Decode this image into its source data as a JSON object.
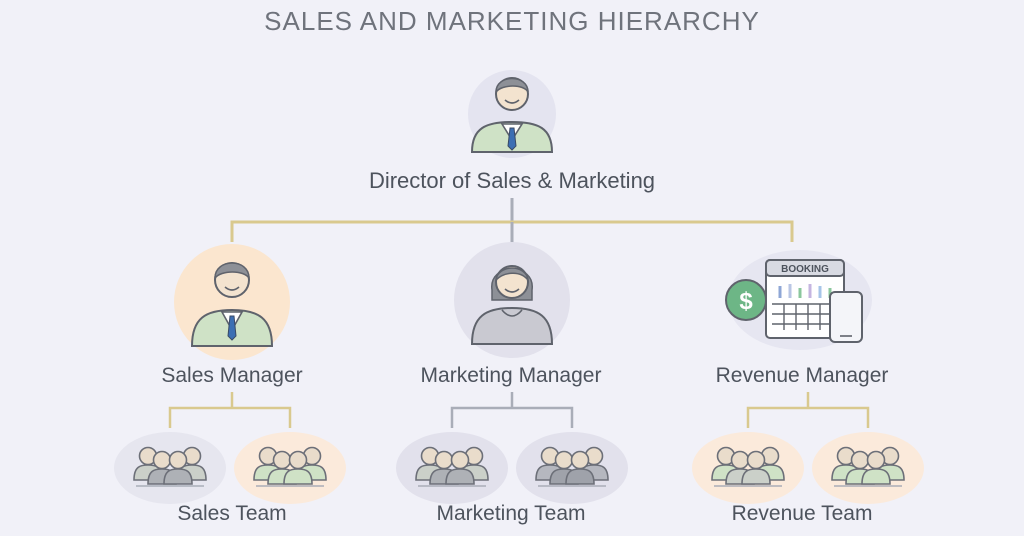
{
  "title": "SALES AND MARKETING HIERARCHY",
  "director": {
    "label": "Director of Sales & Marketing"
  },
  "managers": [
    {
      "label": "Sales Manager"
    },
    {
      "label": "Marketing Manager"
    },
    {
      "label": "Revenue Manager",
      "booking_label": "BOOKING",
      "currency_symbol": "$"
    }
  ],
  "teams": [
    {
      "label": "Sales Team"
    },
    {
      "label": "Marketing Team"
    },
    {
      "label": "Revenue Team"
    }
  ],
  "colors": {
    "background": "#f1f1f8",
    "connector_gold": "#d9c98e",
    "connector_gray": "#a9adb8",
    "sales_circle": "#fbe6cf",
    "director_circle": "#e4e4f0",
    "marketing_circle": "#e2e1ec",
    "revenue_circle": "#e6e6f1",
    "suit_green": "#cfe2c6",
    "tie_blue": "#3c6fb3",
    "money_green": "#6db686"
  },
  "icons": {
    "director": "male-executive-icon",
    "sales_manager": "male-manager-icon",
    "marketing_manager": "female-manager-icon",
    "revenue_manager": "booking-calendar-money-phone-icon",
    "teams": "group-of-people-icon"
  }
}
